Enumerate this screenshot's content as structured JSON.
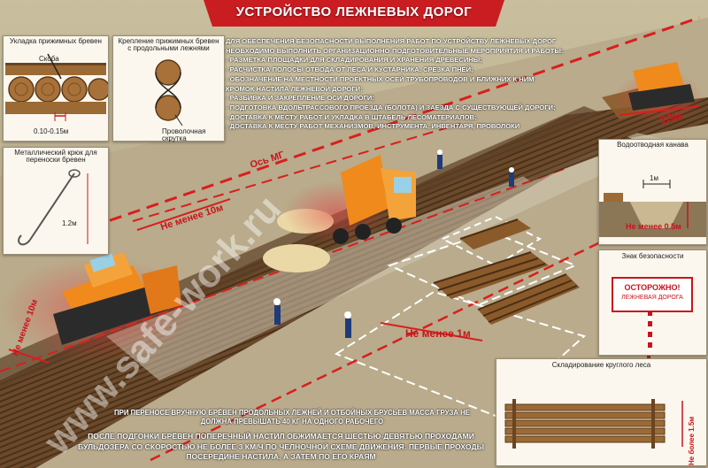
{
  "title": "УСТРОЙСТВО ЛЕЖНЕВЫХ ДОРОГ",
  "panel_laying": {
    "title": "Укладка прижимных бревен",
    "clamp_label": "Скоба",
    "gap_label": "0.10-0.15м"
  },
  "panel_fastening": {
    "title": "Крепление прижимных бревен с продольными лежнями",
    "wire_label": "Проволочная скрутка"
  },
  "panel_hook": {
    "title": "Металлический крюк для переноски бревен",
    "length_label": "1.2м"
  },
  "measures": {
    "lines": [
      "ДЛЯ ОБЕСПЕЧЕНИЯ БЕЗОПАСНОСТИ ВЫПОЛНЕНИЯ РАБОТ ПО УСТРОЙСТВУ ЛЕЖНЕВЫХ ДОРОГ",
      "НЕОБХОДИМО ВЫПОЛНИТЬ ОРГАНИЗАЦИОННО-ПОДГОТОВИТЕЛЬНЫЕ МЕРОПРИЯТИЯ И РАБОТЫ:",
      "- РАЗМЕТКА ПЛОЩАДКИ ДЛЯ СКЛАДИРОВАНИЯ И ХРАНЕНИЯ ДРЕВЕСИНЫ;",
      "- РАСЧИСТКА ПОЛОСЫ ОТВОДА ОТ ЛЕСА И КУСТАРНИКА, СРЕЗКА ПНЕЙ;",
      "- ОБОЗНАЧЕНИЕ НА МЕСТНОСТИ ПРОЕКТНЫХ ОСЕЙ ТРУБОПРОВОДОВ И БЛИЖНИХ К НИМ",
      "   КРОМОК НАСТИЛА ЛЕЖНЕВОЙ ДОРОГИ;",
      "- РАЗБИВКА И ЗАКРЕПЛЕНИЕ ОСИ ДОРОГИ;",
      "- ПОДГОТОВКА ВДОЛЬТРАССОВОГО ПРОЕЗДА (БОЛОТА) И ЗАЕЗДА С СУЩЕСТВУЮЩЕЙ ДОРОГИ;",
      "- ДОСТАВКА К МЕСТУ РАБОТ И УКЛАДКА В ШТАБЕЛЬ ЛЕСОМАТЕРИАЛОВ;",
      "- ДОСТАВКА К МЕСТУ РАБОТ МЕХАНИЗМОВ, ИНСТРУМЕНТА, ИНВЕНТАРЯ, ПРОВОЛОКИ"
    ]
  },
  "scene": {
    "axis_label": "Ось МГ",
    "dist_10m_top": "10м",
    "dist_10m_min": "Не менее 10м",
    "dist_1m_min": "Не менее 1м",
    "dozer_dist_label": "Не менее 10м"
  },
  "panel_ditch": {
    "title": "Водоотводная канава",
    "width_label": "1м",
    "depth_label": "Не менее 0.5м"
  },
  "panel_sign": {
    "title": "Знак безопасности",
    "sign_line1": "ОСТОРОЖНО!",
    "sign_line2": "ЛЕЖНЕВАЯ ДОРОГА"
  },
  "panel_storage": {
    "title": "Складирование круглого леса",
    "height_label": "Не более 1.5м"
  },
  "bottom_notes": {
    "note1": "ПРИ ПЕРЕНОСЕ ВРУЧНУЮ БРЁВЕН ПРОДОЛЬНЫХ ЛЕЖНЕЙ И ОТБОЙНЫХ БРУСЬЕВ МАССА ГРУЗА НЕ ДОЛЖНА ПРЕВЫШАТЬ 40 КГ НА ОДНОГО РАБОЧЕГО",
    "note2": "ПОСЛЕ ПОДГОНКИ БРЁВЕН ПОПЕРЕЧНЫЙ НАСТИЛ ОБЖИМАЕТСЯ ШЕСТЬЮ-ДЕВЯТЬЮ ПРОХОДАМИ БУЛЬДОЗЕРА СО СКОРОСТЬЮ НЕ БОЛЕЕ 3 КМ/Ч ПО ЧЕЛНОЧНОЙ СХЕМЕ ДВИЖЕНИЯ: ПЕРВЫЕ ПРОХОДЫ ПОСЕРЕДИНЕ НАСТИЛА, А ЗАТЕМ ПО ЕГО КРАЯМ"
  },
  "watermark": "www.safe-work.ru",
  "colors": {
    "accent_red": "#c8141b",
    "header_red": "#c91d22",
    "wood": "#8a5a2b",
    "machine": "#f08a1c"
  }
}
